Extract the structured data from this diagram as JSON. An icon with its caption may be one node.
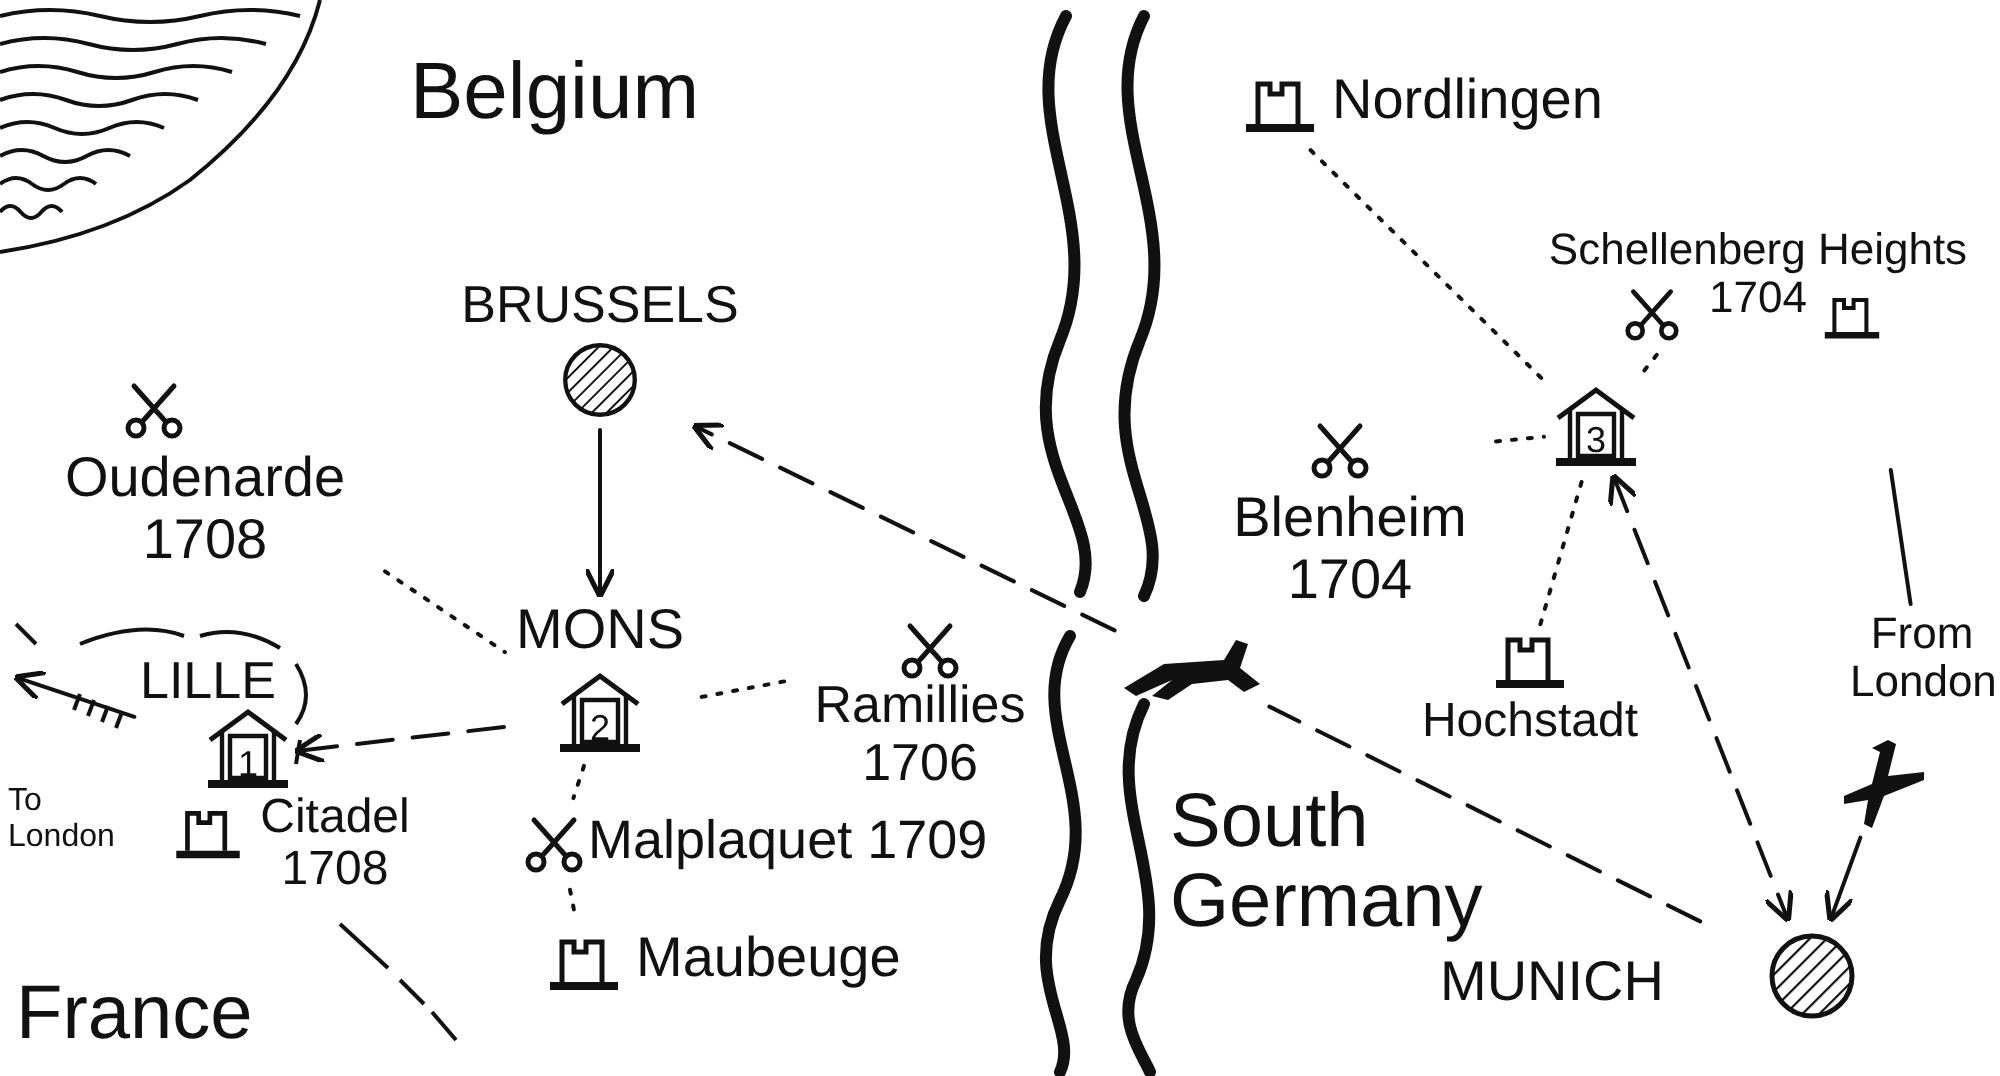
{
  "diagram": {
    "nodes": [
      {
        "text": [
          "BRUSSELS"
        ]
      },
      {
        "text": [
          "MONS",
          "2"
        ]
      },
      {
        "text": [
          "LILLE",
          "1"
        ]
      },
      {
        "text": [
          "Citadel 1708"
        ]
      },
      {
        "text": [
          "Oudenarde 1708"
        ]
      },
      {
        "text": [
          "Ramillies 1706"
        ]
      },
      {
        "text": [
          "Malplaquet 1709"
        ]
      },
      {
        "text": [
          "Maubeuge"
        ]
      },
      {
        "text": [
          "Nordlingen"
        ]
      },
      {
        "text": [
          "Schellenberg Heights 1704"
        ]
      },
      {
        "text": [
          "3"
        ]
      },
      {
        "text": [
          "Blenheim 1704"
        ]
      },
      {
        "text": [
          "Hochstadt"
        ]
      },
      {
        "text": [
          "MUNICH"
        ]
      },
      {
        "text": [],
        "shape": "picture"
      },
      {
        "text": [],
        "shape": "picture"
      },
      {
        "text": [
          "From London"
        ]
      }
    ],
    "edges": [
      {
        "from": 0,
        "to": 1,
        "arrow": "to"
      },
      {
        "from": 1,
        "to": 2,
        "arrow": "to",
        "style": "dashed"
      },
      {
        "from": 13,
        "to": 14,
        "arrow": "none",
        "style": "dashed"
      },
      {
        "from": 14,
        "to": 0,
        "arrow": "to",
        "style": "dashed"
      },
      {
        "from": 10,
        "to": 13,
        "arrow": "both",
        "style": "dashed"
      },
      {
        "from": 15,
        "to": 13,
        "arrow": "to"
      },
      {
        "from": 4,
        "to": 1,
        "arrow": "none",
        "style": "dashed"
      },
      {
        "from": 5,
        "to": 1,
        "arrow": "none",
        "style": "dashed"
      },
      {
        "from": 1,
        "to": 6,
        "arrow": "none",
        "style": "dashed"
      },
      {
        "from": 6,
        "to": 7,
        "arrow": "none",
        "style": "dashed"
      },
      {
        "from": 8,
        "to": 10,
        "arrow": "none",
        "style": "dashed"
      },
      {
        "from": 9,
        "to": 10,
        "arrow": "none",
        "style": "dashed"
      },
      {
        "from": 11,
        "to": 10,
        "arrow": "none",
        "style": "dashed"
      },
      {
        "from": 12,
        "to": 10,
        "arrow": "none",
        "style": "dashed"
      },
      {
        "from": 2,
        "to": null,
        "arrow": "to",
        "label": "To London"
      },
      {
        "from": null,
        "to": 16,
        "arrow": "none"
      }
    ],
    "labels": [
      "Belgium",
      "South Germany",
      "France"
    ]
  }
}
